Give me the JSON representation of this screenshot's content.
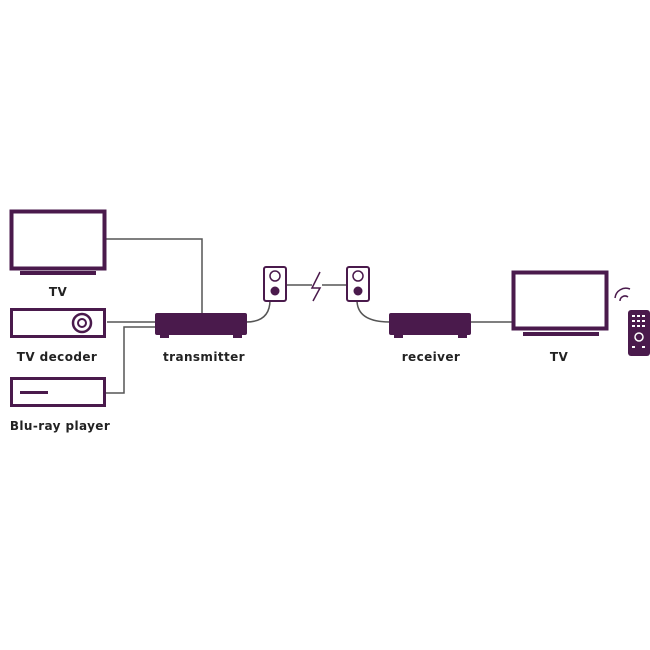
{
  "colors": {
    "device": "#4a1a4c",
    "wire": "#555555",
    "text": "#222222",
    "background": "#ffffff",
    "screen": "#ffffff"
  },
  "icons": {
    "tv_left": "tv-icon",
    "tv_decoder": "set-top-box-icon",
    "bluray": "bluray-player-icon",
    "transmitter": "transmitter-box-icon",
    "plug_left": "powerline-plug-icon",
    "signal": "lightning-icon",
    "plug_right": "powerline-plug-icon",
    "receiver": "receiver-box-icon",
    "tv_right": "tv-icon",
    "remote": "remote-control-icon",
    "waves": "wireless-signal-icon"
  },
  "labels": {
    "tv_left": "TV",
    "tv_decoder": "TV decoder",
    "bluray": "Blu-ray player",
    "transmitter": "transmitter",
    "receiver": "receiver",
    "tv_right": "TV"
  }
}
